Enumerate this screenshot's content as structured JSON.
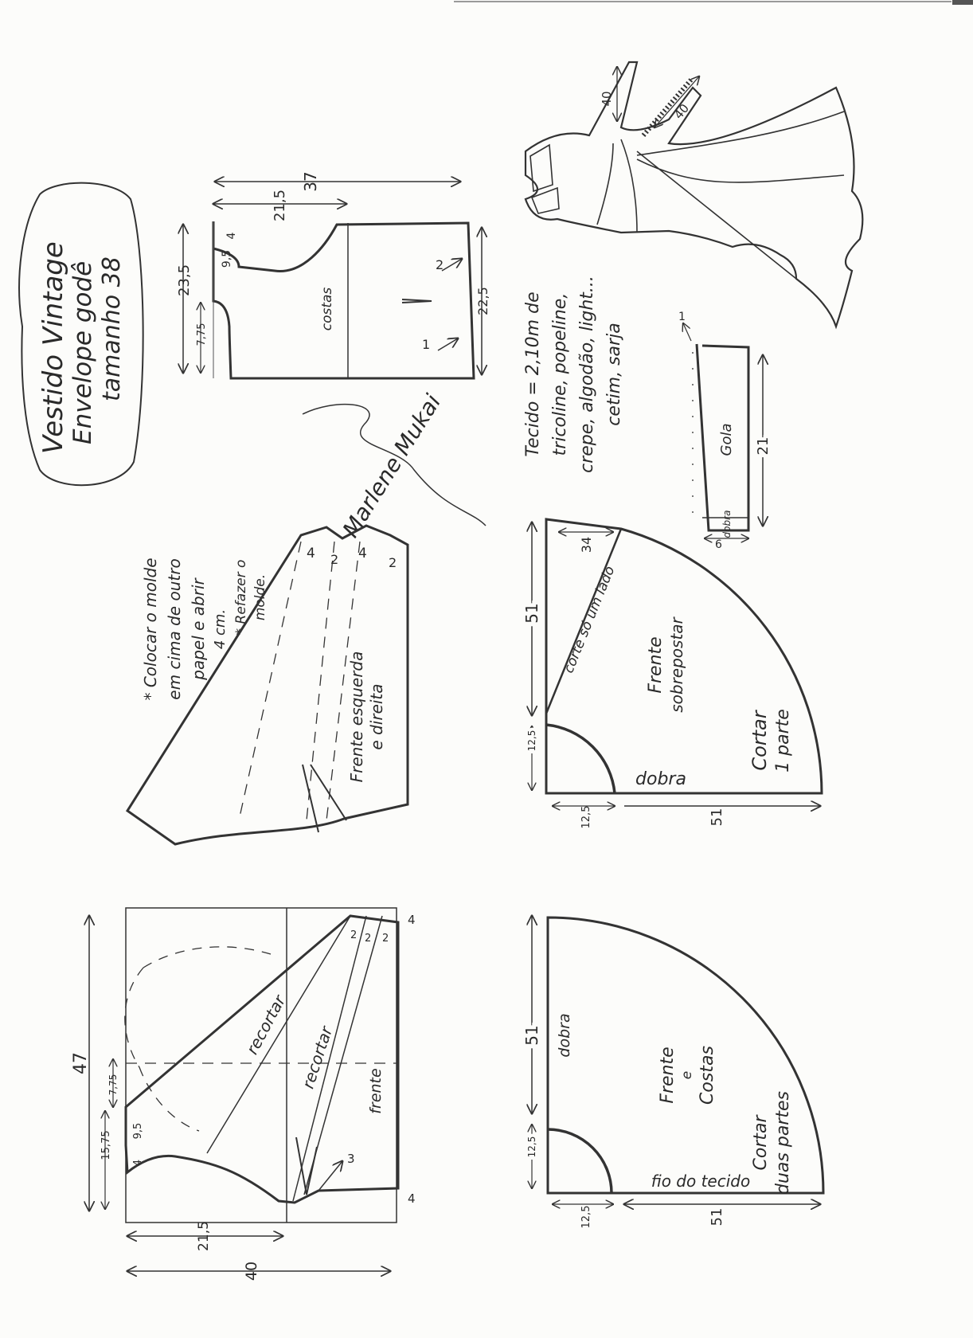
{
  "title": {
    "line1": "Vestido Vintage",
    "line2": "Envelope godê",
    "line3": "tamanho 38"
  },
  "signature": "Marlene Mukai",
  "costas_piece": {
    "label": "costas",
    "width_top": "37",
    "width_inner": "21,5",
    "height_left": "23,5",
    "offset_left": "7,75",
    "shoulder_a": "9,5",
    "shoulder_b": "4",
    "height_right": "22,5",
    "dart_2": "2",
    "dart_1": "1"
  },
  "front_base": {
    "height_total": "47",
    "h_7_75": "7,75",
    "h_15_75": "15,75",
    "h_9_5": "9,5",
    "h_4": "4",
    "width_21_5": "21,5",
    "width_40": "40",
    "cut_1": "recortar",
    "cut_2": "recortar",
    "frente": "frente",
    "mark_3": "3",
    "spread_4": "4",
    "spread_2": "2"
  },
  "instructions": {
    "line1": "* Colocar o molde",
    "line2": "em cima de outro",
    "line3": "papel e abrir",
    "line4": "4 cm.",
    "line5": "* Refazer o",
    "line6": "molde."
  },
  "front_piece": {
    "label1": "Frente esquerda",
    "label2": "e direita",
    "spread_values": [
      "4",
      "2",
      "4",
      "2"
    ]
  },
  "fabric": {
    "line1": "Tecido = 2,10m de",
    "line2": "tricoline, popeline,",
    "line3": "crepe, algodão, light...",
    "line4": "cetim, sarja"
  },
  "dress_sketch": {
    "strap_a": "40",
    "strap_b": "40"
  },
  "gola": {
    "label": "Gola",
    "fold": "dobra",
    "length": "21",
    "width": "6",
    "mark": "1"
  },
  "frente_sobrepostar": {
    "radius_top": "51",
    "top_seg": "34",
    "cut_note": "corte só um lado",
    "label1": "Frente",
    "label2": "sobrepostar",
    "cut1": "Cortar",
    "cut2": "1 parte",
    "fold": "dobra",
    "inner_r_side": "12,5",
    "inner_r_bottom": "12,5",
    "radius_bottom": "51"
  },
  "frente_costas": {
    "radius_top": "51",
    "fold": "dobra",
    "label1": "Frente",
    "label2": "e",
    "label3": "Costas",
    "cut1": "Cortar",
    "cut2": "duas partes",
    "grain": "fio do tecido",
    "inner_r_side": "12,5",
    "inner_r_bottom": "12,5",
    "radius_bottom": "51"
  }
}
